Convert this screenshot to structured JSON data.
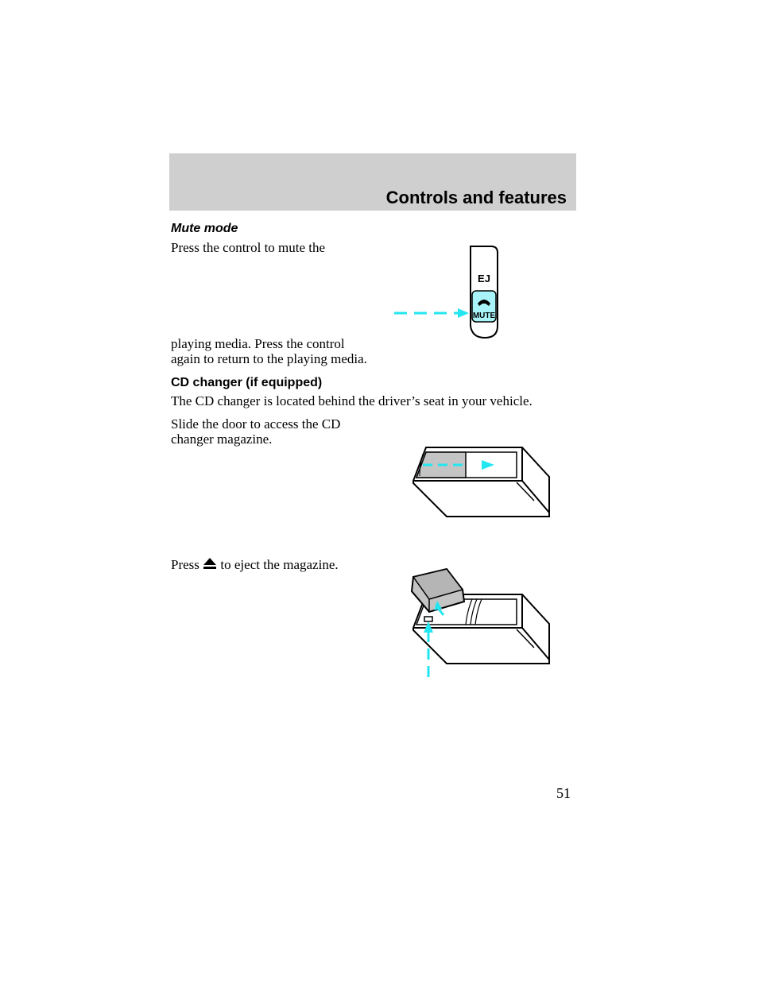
{
  "header": {
    "section_title": "Controls and features"
  },
  "mute_mode": {
    "heading": "Mute mode",
    "para_line1": "Press the control to mute the",
    "para_line2": "playing media. Press the control",
    "para_line3": "again to return to the playing media."
  },
  "cd_changer": {
    "heading": "CD changer (if equipped)",
    "location_text": "The CD changer is located behind the driver’s seat in your vehicle.",
    "slide_line1": "Slide the door to access the CD",
    "slide_line2": "changer magazine.",
    "press_before": "Press",
    "press_after": "to eject the magazine."
  },
  "illustration": {
    "button_label_top": "EJ",
    "button_label_bottom": "MUTE",
    "arrow_color": "#22e6f0",
    "mute_fill": "#a8f4f8",
    "door_fill": "#c4c4c4",
    "icons": [
      "eject-icon",
      "phone-icon"
    ]
  },
  "footer": {
    "page_number": "51"
  }
}
